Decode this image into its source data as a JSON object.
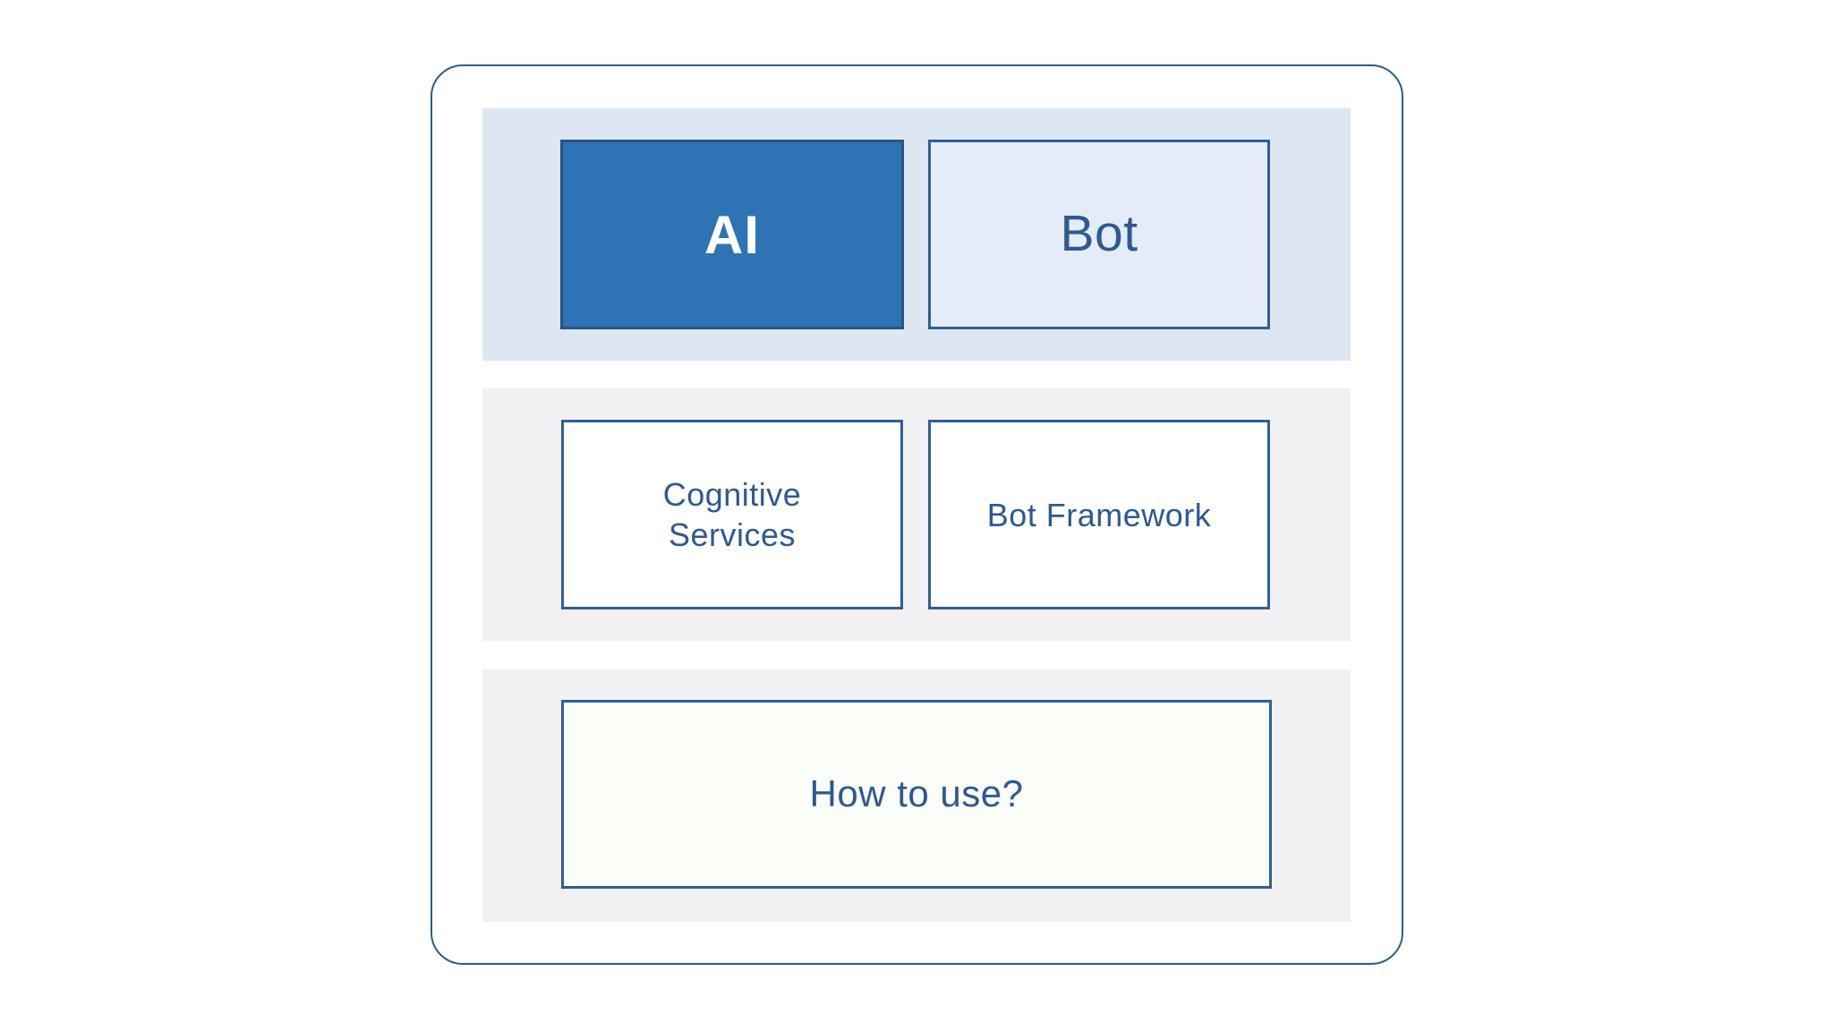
{
  "panel": {
    "tabs": [
      {
        "label": "AI",
        "selected": true
      },
      {
        "label": "Bot",
        "selected": false
      }
    ],
    "cards": [
      {
        "label": "Cognitive\nServices"
      },
      {
        "label": "Bot Framework"
      },
      {
        "label": "How to use?"
      }
    ]
  },
  "colors": {
    "accent_blue": "#2e74b5",
    "tab_band_blue": "#dde7f4",
    "bot_tab_fill": "#e3ecf8",
    "gray_band": "#f1f1f3",
    "box_border_blue": "#2f5f96",
    "panel_border_blue": "#2c5c90",
    "label_text_blue": "#2d5a92",
    "how_to_use_fill": "#fafdf8",
    "ai_label_text": "#ffffff"
  }
}
